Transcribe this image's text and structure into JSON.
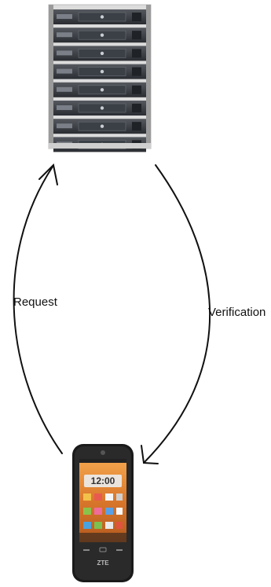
{
  "diagram": {
    "nodes": [
      {
        "id": "server",
        "icon": "server-rack-icon"
      },
      {
        "id": "phone",
        "icon": "smartphone-icon"
      }
    ],
    "edges": [
      {
        "from": "phone",
        "to": "server",
        "label": "Request"
      },
      {
        "from": "server",
        "to": "phone",
        "label": "Verification"
      }
    ],
    "phone_screen": {
      "time": "12:00",
      "brand": "ZTE"
    }
  },
  "colors": {
    "arrow": "#111111",
    "server_body": "#2b2f35",
    "server_panel": "#4a4f57",
    "rack_frame": "#d8d8d8",
    "phone_body": "#1a1a1a",
    "screen_orange": "#d9772b"
  }
}
